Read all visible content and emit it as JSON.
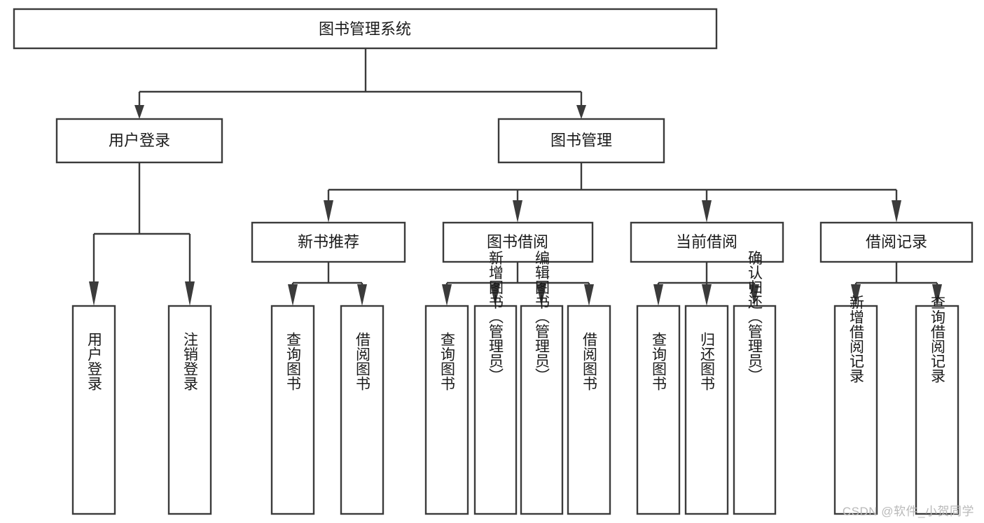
{
  "diagram": {
    "type": "tree-hierarchy",
    "title": "图书管理系统",
    "watermark": "CSDN @软件_小贺同学",
    "colors": {
      "stroke": "#3b3b3b",
      "fill": "#ffffff",
      "text": "#1a1a1a",
      "watermark": "#b9b9b9"
    },
    "levels": [
      {
        "level": 1,
        "nodes": [
          {
            "id": "root",
            "label": "图书管理系统",
            "orientation": "horizontal"
          }
        ]
      },
      {
        "level": 2,
        "nodes": [
          {
            "id": "login",
            "label": "用户登录",
            "orientation": "horizontal",
            "parent": "root"
          },
          {
            "id": "bookmgmt",
            "label": "图书管理",
            "orientation": "horizontal",
            "parent": "root"
          }
        ]
      },
      {
        "level": 3,
        "nodes": [
          {
            "id": "newbook",
            "label": "新书推荐",
            "orientation": "horizontal",
            "parent": "bookmgmt"
          },
          {
            "id": "borrow",
            "label": "图书借阅",
            "orientation": "horizontal",
            "parent": "bookmgmt"
          },
          {
            "id": "current",
            "label": "当前借阅",
            "orientation": "horizontal",
            "parent": "bookmgmt"
          },
          {
            "id": "records",
            "label": "借阅记录",
            "orientation": "horizontal",
            "parent": "bookmgmt"
          }
        ]
      },
      {
        "level": 4,
        "nodes": [
          {
            "id": "leaf-user-login",
            "label": "用户登录",
            "orientation": "vertical",
            "parent": "login"
          },
          {
            "id": "leaf-user-logout",
            "label": "注销登录",
            "orientation": "vertical",
            "parent": "login"
          },
          {
            "id": "leaf-query-book-1",
            "label": "查询图书",
            "orientation": "vertical",
            "parent": "newbook"
          },
          {
            "id": "leaf-borrow-book-1",
            "label": "借阅图书",
            "orientation": "vertical",
            "parent": "newbook"
          },
          {
            "id": "leaf-query-book-2",
            "label": "查询图书",
            "orientation": "vertical",
            "parent": "borrow"
          },
          {
            "id": "leaf-add-book",
            "label": "新增图书（管理员）",
            "orientation": "vertical",
            "parent": "borrow"
          },
          {
            "id": "leaf-edit-book",
            "label": "编辑图书（管理员）",
            "orientation": "vertical",
            "parent": "borrow"
          },
          {
            "id": "leaf-borrow-book-2",
            "label": "借阅图书",
            "orientation": "vertical",
            "parent": "borrow"
          },
          {
            "id": "leaf-query-book-3",
            "label": "查询图书",
            "orientation": "vertical",
            "parent": "current"
          },
          {
            "id": "leaf-return-book",
            "label": "归还图书",
            "orientation": "vertical",
            "parent": "current"
          },
          {
            "id": "leaf-confirm-return",
            "label": "确认归还（管理员）",
            "orientation": "vertical",
            "parent": "current"
          },
          {
            "id": "leaf-add-record",
            "label": "新增借阅记录",
            "orientation": "vertical",
            "parent": "records"
          },
          {
            "id": "leaf-query-record",
            "label": "查询借阅记录",
            "orientation": "vertical",
            "parent": "records"
          }
        ]
      }
    ]
  }
}
